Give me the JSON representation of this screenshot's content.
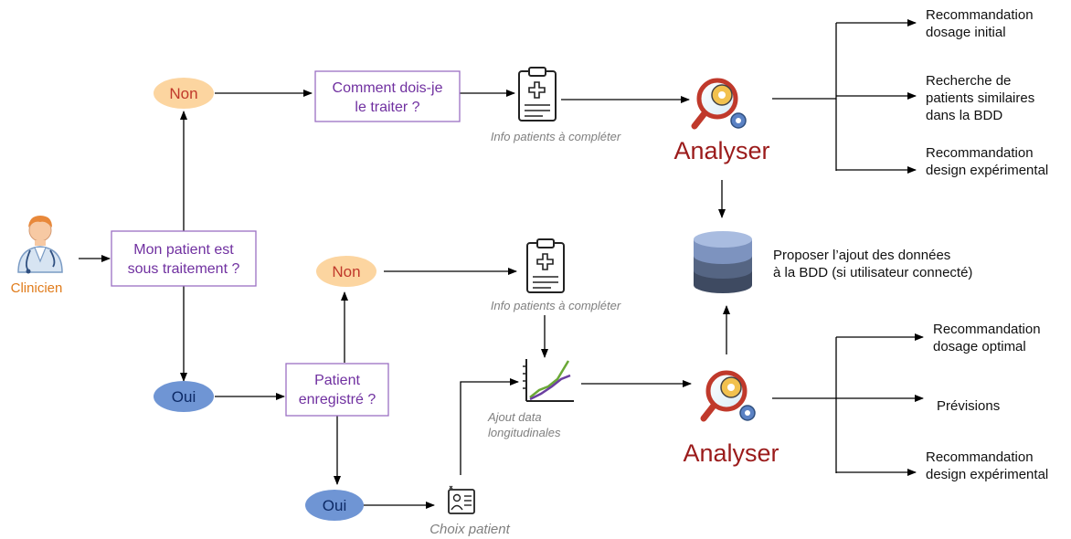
{
  "actor": {
    "label": "Clinicien",
    "icon": "doctor-icon"
  },
  "decisions": {
    "under_treatment": [
      "Mon patient est",
      "sous traitement ?"
    ],
    "how_to_treat": [
      "Comment dois-je",
      "le traiter ?"
    ],
    "registered": [
      "Patient",
      "enregistré ?"
    ]
  },
  "answers": {
    "non_top": "Non",
    "oui_left": "Oui",
    "non_mid": "Non",
    "oui_bottom": "Oui"
  },
  "steps": {
    "info_top": "Info patients à compléter",
    "info_mid": "Info patients à compléter",
    "longitudinal": [
      "Ajout data",
      "longitudinales"
    ],
    "choose_patient": "Choix patient"
  },
  "analysers": {
    "top": "Analyser",
    "bottom": "Analyser"
  },
  "database": {
    "label": [
      "Proposer l’ajout des données",
      "à la BDD (si utilisateur connecté)"
    ],
    "icon": "database-icon"
  },
  "outputs_top": [
    [
      "Recommandation",
      "dosage initial"
    ],
    [
      "Recherche de",
      "patients similaires",
      "dans la BDD"
    ],
    [
      "Recommandation",
      "design expérimental"
    ]
  ],
  "outputs_bottom": [
    [
      "Recommandation",
      "dosage optimal"
    ],
    [
      "Prévisions"
    ],
    [
      "Recommandation",
      "design expérimental"
    ]
  ],
  "colors": {
    "purple": "#7030a0",
    "orange_fill": "#fcd5a0",
    "orange_text": "#e07b1a",
    "blue_fill": "#6f95d4",
    "analyser_red": "#9b1b1b"
  }
}
